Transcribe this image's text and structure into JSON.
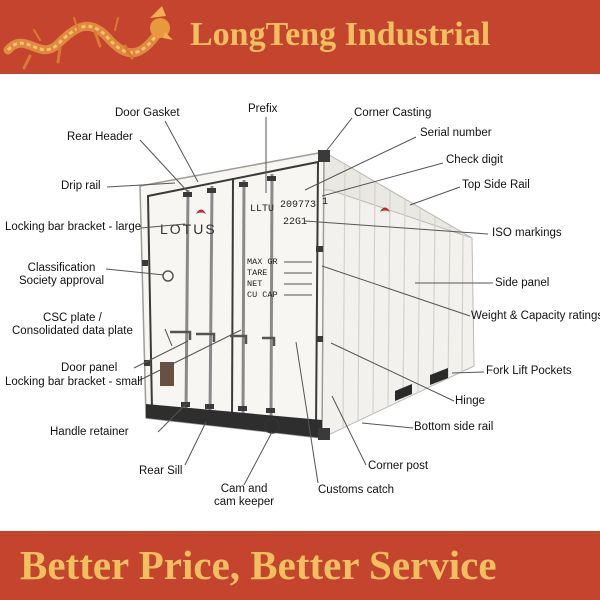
{
  "header": {
    "brand": "LongTeng Industrial"
  },
  "footer": {
    "slogan": "Better Price, Better Service"
  },
  "container": {
    "logo_text": "LOTUS",
    "prefix_code": "LLTU",
    "serial_number": "209773",
    "check_digit": "1",
    "iso_code": "22G1",
    "weight_labels": [
      "MAX GR",
      "TARE",
      "NET",
      "CU CAP"
    ]
  },
  "labels": {
    "door_gasket": "Door Gasket",
    "prefix": "Prefix",
    "corner_casting": "Corner Casting",
    "rear_header": "Rear Header",
    "serial_number": "Serial number",
    "check_digit": "Check digit",
    "drip_rail": "Drip rail",
    "top_side_rail": "Top Side Rail",
    "locking_bar_bracket_large": "Locking bar bracket - large",
    "iso_markings": "ISO markings",
    "classification_1": "Classification",
    "classification_2": "Society approval",
    "side_panel": "Side panel",
    "weight_capacity": "Weight & Capacity ratings",
    "csc_plate_1": "CSC plate /",
    "csc_plate_2": "Consolidated data plate",
    "fork_lift": "Fork Lift Pockets",
    "door_panel": "Door panel",
    "locking_bar_bracket_small": "Locking bar bracket - small",
    "hinge": "Hinge",
    "handle_retainer": "Handle retainer",
    "bottom_side_rail": "Bottom side rail",
    "rear_sill": "Rear Sill",
    "corner_post": "Corner post",
    "cam_keeper_1": "Cam and",
    "cam_keeper_2": "cam keeper",
    "customs_catch": "Customs catch"
  },
  "colors": {
    "banner": "#c4442e",
    "banner_text": "#f0c060",
    "container_body": "#f2f1ed",
    "logo_red": "#c0282d"
  }
}
